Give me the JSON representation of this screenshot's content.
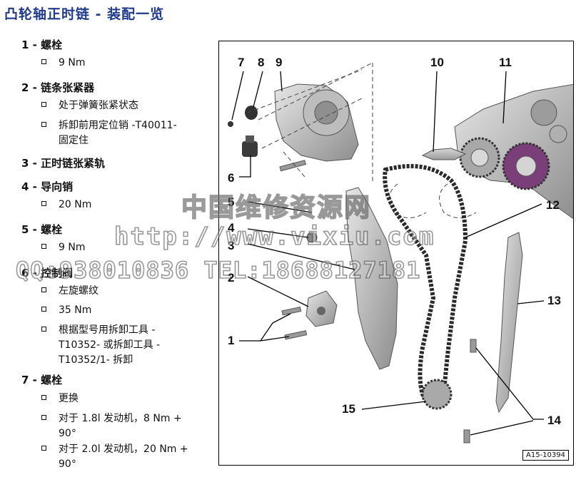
{
  "header": {
    "title": "凸轮轴正时链 - 装配一览"
  },
  "parts": [
    {
      "heading": "1 - 螺栓",
      "details": [
        "9 Nm"
      ]
    },
    {
      "heading": "2 - 链条张紧器",
      "details": [
        "处于弹簧张紧状态",
        "拆卸前用定位销 -T40011-\n固定住"
      ]
    },
    {
      "heading": "3 - 正时链张紧轨",
      "details": []
    },
    {
      "heading": "4 - 导向销",
      "details": [
        "20 Nm"
      ]
    },
    {
      "heading": "5 - 螺栓",
      "details": [
        "9 Nm"
      ]
    },
    {
      "heading": "6 - 控制阀",
      "details": [
        "左旋螺纹",
        "35 Nm",
        "根据型号用拆卸工具 -\nT10352- 或拆卸工具 -\nT10352/1- 拆卸"
      ]
    },
    {
      "heading": "7 - 螺栓",
      "details": [
        "更换",
        "对于 1.8l 发动机，8 Nm +\n90°",
        "对于 2.0l 发动机，20 Nm +\n90°"
      ]
    }
  ],
  "diagram": {
    "callouts": [
      "7",
      "8",
      "9",
      "10",
      "11",
      "6",
      "5",
      "12",
      "4",
      "3",
      "2",
      "13",
      "1",
      "15",
      "14"
    ],
    "figure_id": "A15-10394",
    "colors": {
      "part_fill": "#c8c8c8",
      "part_dark": "#7a7a7a",
      "chain": "#2a2a2a"
    }
  },
  "watermark": {
    "line1": "中国维修资源网",
    "line2": "http://www.vixiu.com",
    "line3": "QQ:938010836 TEL:18688127181"
  }
}
